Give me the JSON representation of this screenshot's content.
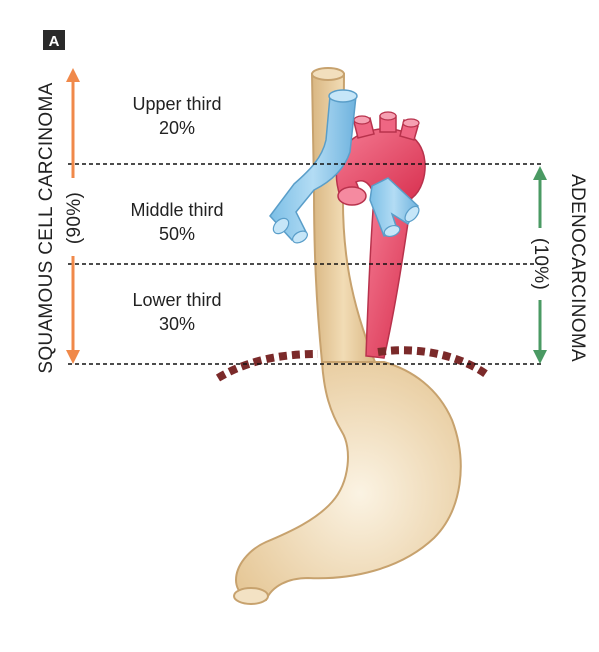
{
  "panel_badge": "A",
  "regions": [
    {
      "name": "Upper third",
      "percent": "20%"
    },
    {
      "name": "Middle third",
      "percent": "50%"
    },
    {
      "name": "Lower third",
      "percent": "30%"
    }
  ],
  "left_side": {
    "label": "SQUAMOUS CELL CARCINOMA",
    "percent": "(90%)"
  },
  "right_side": {
    "label": "ADENOCARCINOMA",
    "percent": "(10%)"
  },
  "colors": {
    "squamous_arrow": "#f0894a",
    "adeno_arrow": "#4a9a63",
    "esophagus_stomach": "#ecd3a6",
    "organ_outline": "#c7a26e",
    "vena_cava": "#8fc8ea",
    "aorta": "#e94d6b",
    "diaphragm": "#7b2a2a",
    "badge": "#2a2a2a"
  }
}
